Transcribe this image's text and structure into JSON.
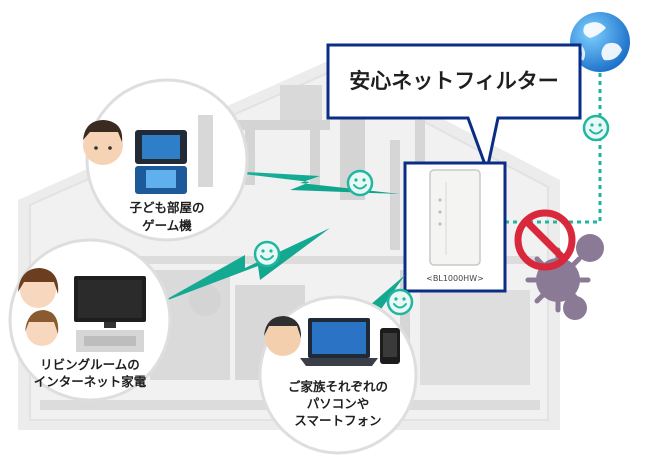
{
  "title": "安心ネットフィルター",
  "router_model": "<BL1000HW>",
  "devices": {
    "kids_room": {
      "line1": "子ども部屋の",
      "line2": "ゲーム機"
    },
    "living_room": {
      "line1": "リビングルームの",
      "line2": "インターネット家電"
    },
    "family": {
      "line1": "ご家族それぞれの",
      "line2": "パソコンや",
      "line3": "スマートフォン"
    }
  },
  "icons": [
    "globe-icon",
    "smiley-icon",
    "blocked-virus-icon",
    "router-icon",
    "game-console-icon",
    "tv-icon",
    "laptop-icon",
    "smartphone-icon",
    "wireless-bolt-icon"
  ],
  "colors": {
    "house_bg": "#e9e9e9",
    "house_furniture": "#d3d3d3",
    "smile_green": "#22b5a1",
    "smile_face": "#e8f8f4",
    "frame_blue": "#0a2d86",
    "no_sign_red": "#d9273b",
    "virus_purple": "#7e6d8a"
  }
}
